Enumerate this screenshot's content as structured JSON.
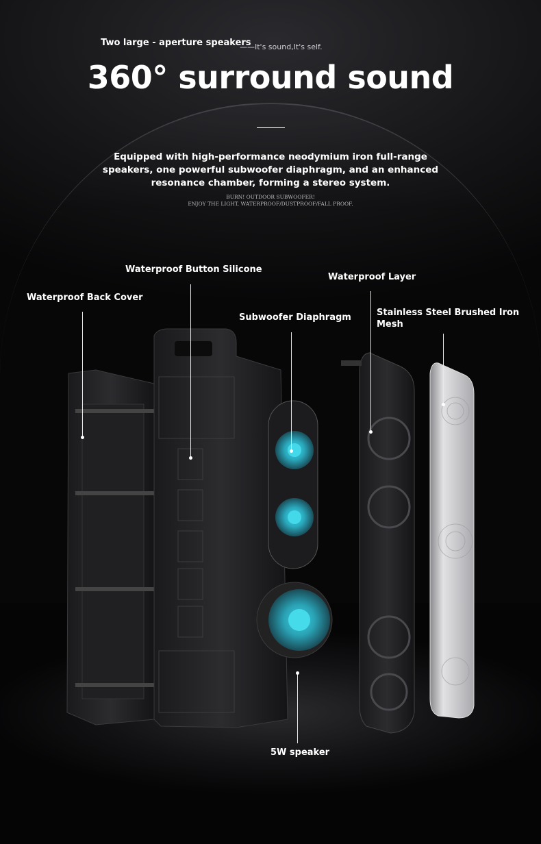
{
  "header": {
    "kicker": "Two large - aperture speakers",
    "tagline": "——It's sound,It's self.",
    "headline": "360° surround sound",
    "description": "Equipped with high-performance neodymium iron full-range speakers, one powerful subwoofer diaphragm, and an enhanced resonance chamber, forming a stereo system.",
    "small_line1": "BURN! OUTDOOR SUBWOOFER!",
    "small_line2": "ENJOY THE LIGHT, WATERPROOF/DUSTPROOF/FALL PROOF."
  },
  "callouts": {
    "back_cover": "Waterproof Back Cover",
    "button_silicone": "Waterproof Button Silicone",
    "subwoofer": "Subwoofer Diaphragm",
    "waterproof_layer": "Waterproof Layer",
    "mesh_line1": "Stainless Steel Brushed Iron",
    "mesh_line2": "Mesh",
    "speaker": "5W speaker"
  },
  "colors": {
    "accent": "#3fc6d8",
    "background": "#111113",
    "mesh": "#c9c9cc"
  }
}
